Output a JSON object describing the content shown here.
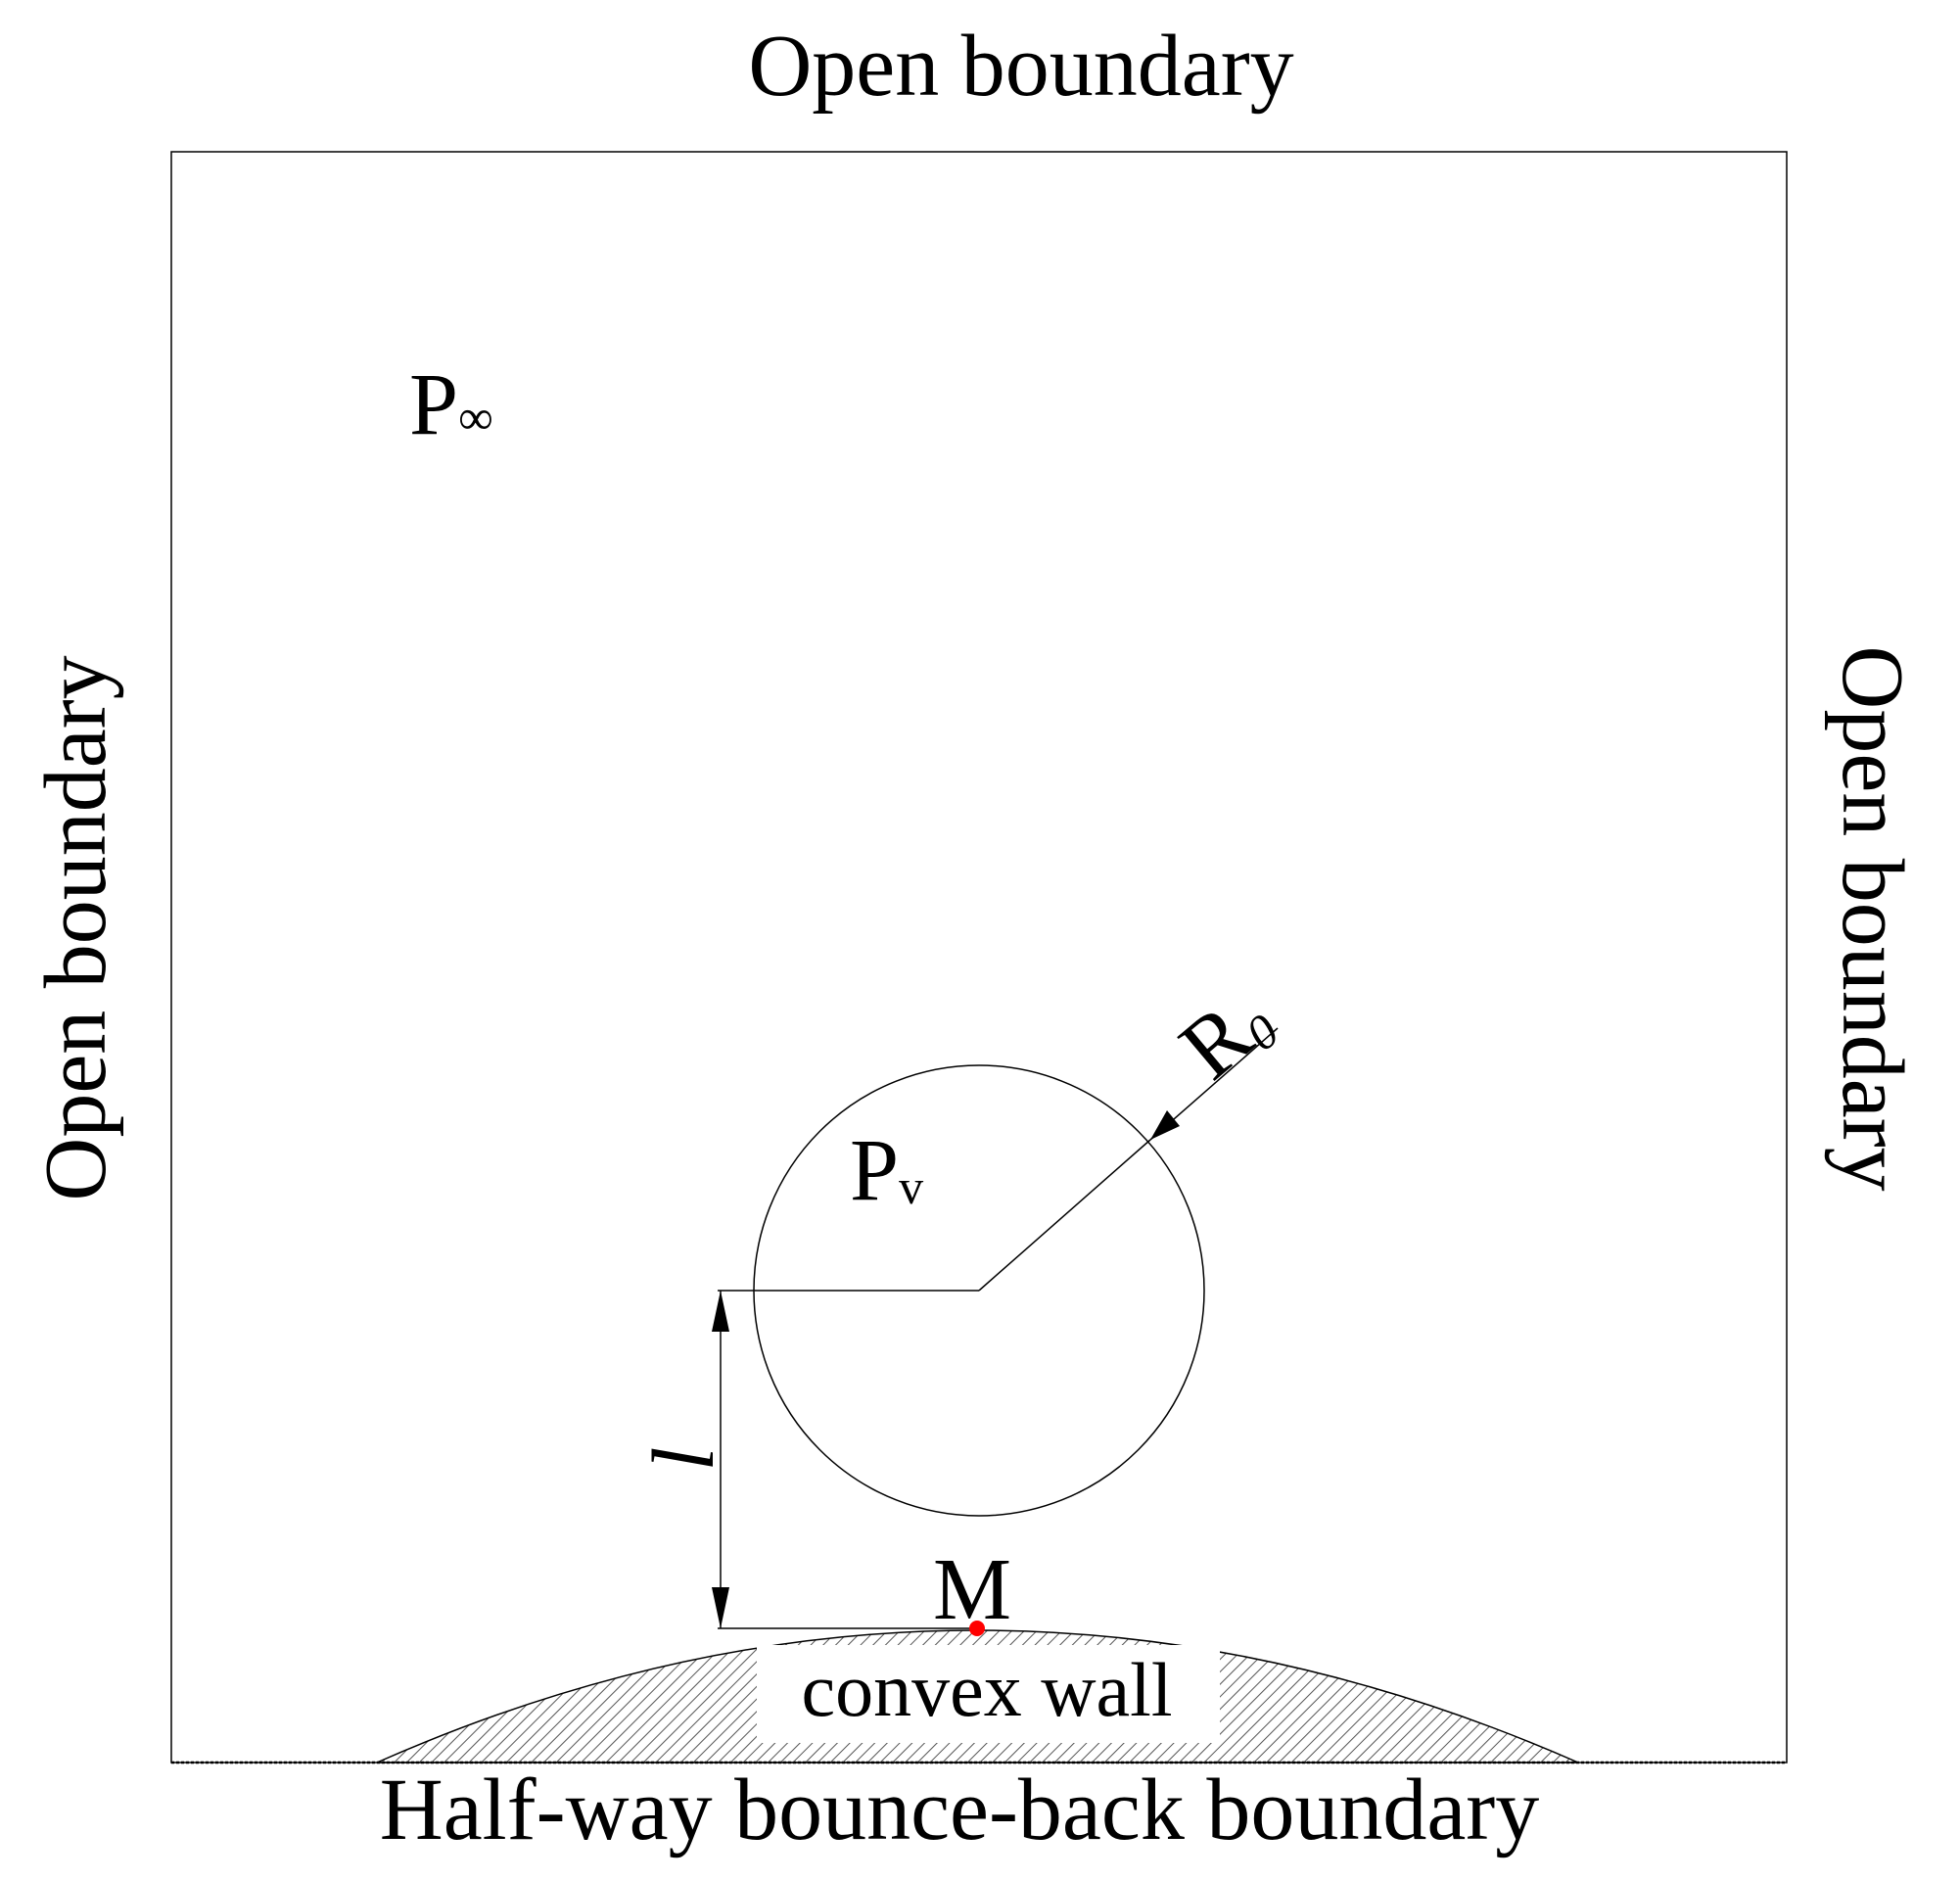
{
  "diagram": {
    "boundaries": {
      "top": "Open boundary",
      "left": "Open boundary",
      "right": "Open boundary",
      "bottom": "Half-way bounce-back boundary"
    },
    "labels": {
      "far_field_pressure": {
        "main": "P",
        "sub": "∞"
      },
      "vapor_pressure": {
        "main": "P",
        "sub": "v"
      },
      "radius": {
        "main": "R",
        "sub": "0"
      },
      "distance": "l",
      "point": "M",
      "wall": "convex wall"
    },
    "colors": {
      "point_marker": "#ff0000",
      "lines": "#000000",
      "hatch": "#555555"
    }
  }
}
